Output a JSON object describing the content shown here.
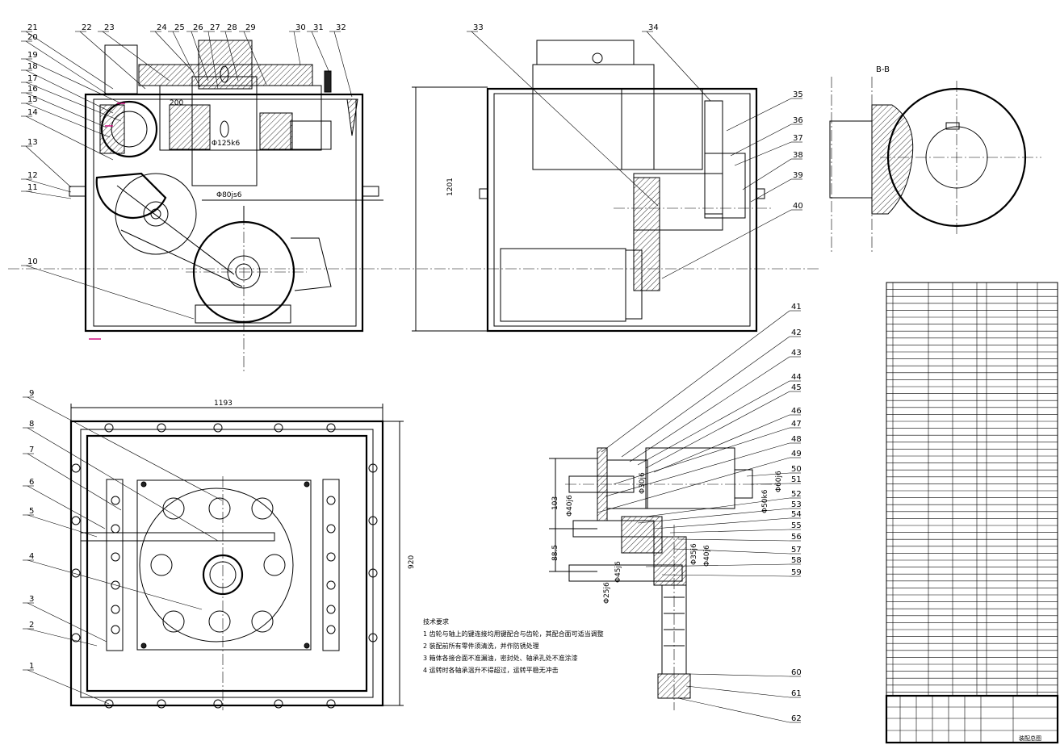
{
  "drawing": {
    "section_label": "B-B",
    "part_numbers_top": [
      "21",
      "20",
      "19",
      "18",
      "17",
      "16",
      "15",
      "14",
      "13",
      "12",
      "11",
      "10",
      "22",
      "23",
      "24",
      "25",
      "26",
      "27",
      "28",
      "29",
      "30",
      "31",
      "32",
      "33",
      "34",
      "35",
      "36",
      "37",
      "38",
      "39",
      "40"
    ],
    "part_numbers_bottom": [
      "9",
      "8",
      "7",
      "6",
      "5",
      "4",
      "3",
      "2",
      "1"
    ],
    "part_numbers_right": [
      "41",
      "42",
      "43",
      "44",
      "45",
      "46",
      "47",
      "48",
      "49",
      "50",
      "51",
      "52",
      "53",
      "54",
      "55",
      "56",
      "57",
      "58",
      "59",
      "60",
      "61",
      "62"
    ],
    "dims": {
      "d200": "200",
      "d125": "Φ125k6",
      "d80": "Φ80js6",
      "d1201": "1201",
      "d1193": "1193",
      "d920": "920",
      "d103": "103",
      "d885": "88.5",
      "d40": "Φ40j6",
      "d25": "Φ25j6",
      "d30": "Φ30j6",
      "d50": "Φ50k6",
      "d60": "Φ60j6",
      "d35": "Φ35j6",
      "d40b": "Φ40j6",
      "d45": "Φ45j6"
    },
    "notes_title": "技术要求",
    "notes": [
      "1  齿轮与轴上的键连接均用键配合与齿轮，其配合面可适当调整",
      "2  装配前所有零件须清洗，并作防锈处理",
      "3  箱体各接合面不准漏油，密封处、轴承孔处不准涂漆",
      "4  运转时各轴承温升不得超过，运转平稳无冲击"
    ],
    "title_block": "装配总图"
  }
}
